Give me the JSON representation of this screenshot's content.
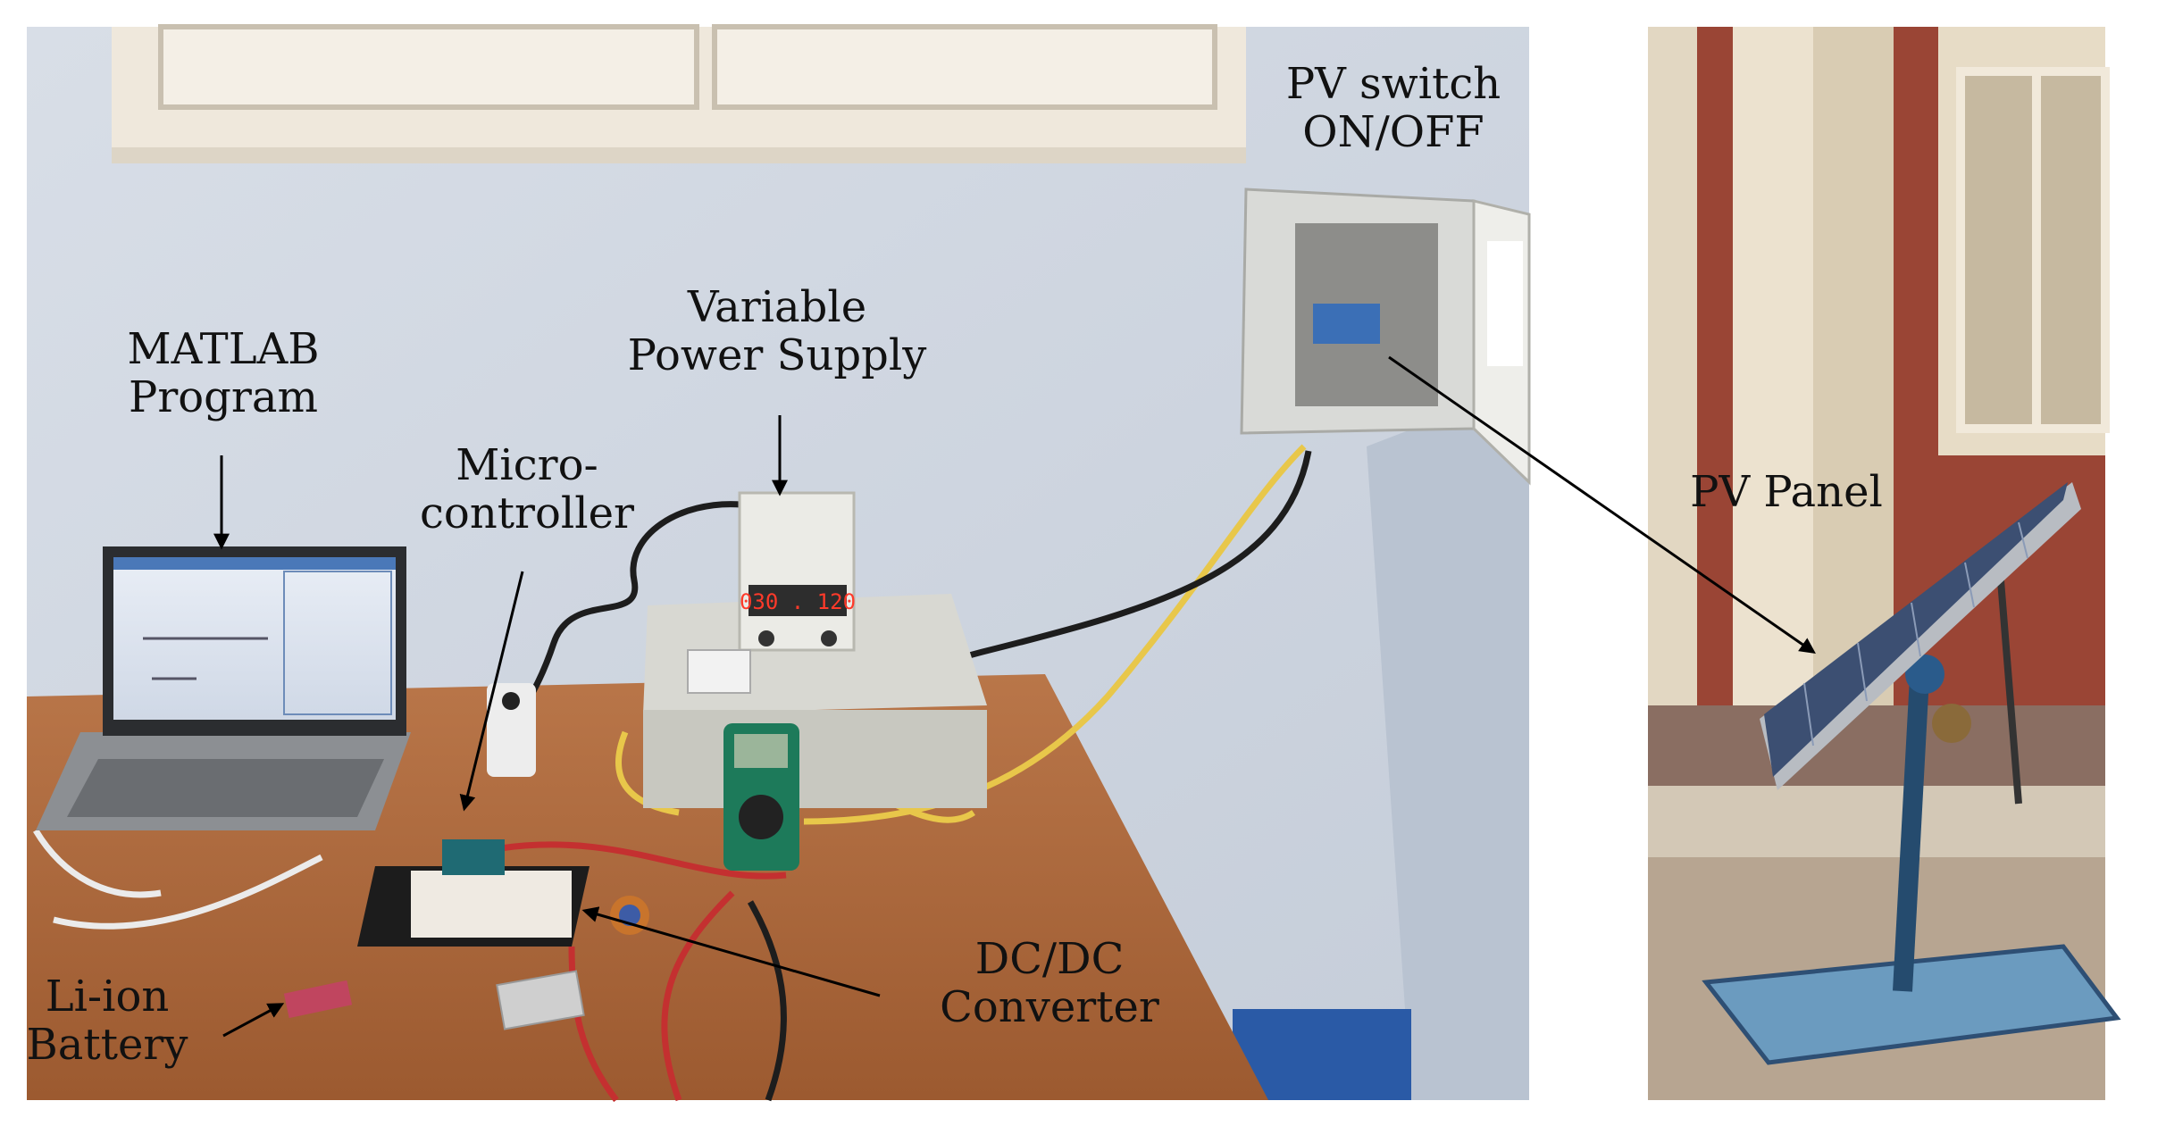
{
  "labels": {
    "pv_switch": {
      "line1": "PV switch",
      "line2": "ON/OFF"
    },
    "power_supply": {
      "line1": "Variable",
      "line2": "Power Supply"
    },
    "matlab": {
      "line1": "MATLAB",
      "line2": "Program"
    },
    "microcontroller": {
      "line1": "Micro-",
      "line2": "controller"
    },
    "pv_panel": {
      "text": "PV Panel"
    },
    "dcdc": {
      "line1": "DC/DC",
      "line2": "Converter"
    },
    "battery": {
      "line1": "Li-ion",
      "line2": "Battery"
    }
  },
  "meter_readout": "030 . 120",
  "colors": {
    "wall": "#d6dde6",
    "desk": "#b06a3a",
    "brick_wall": "#9a4535",
    "pillar": "#e6dcc8",
    "pv_cell": "#3c4f72",
    "switch_box": "#d9dad7",
    "arrow": "#000000"
  }
}
